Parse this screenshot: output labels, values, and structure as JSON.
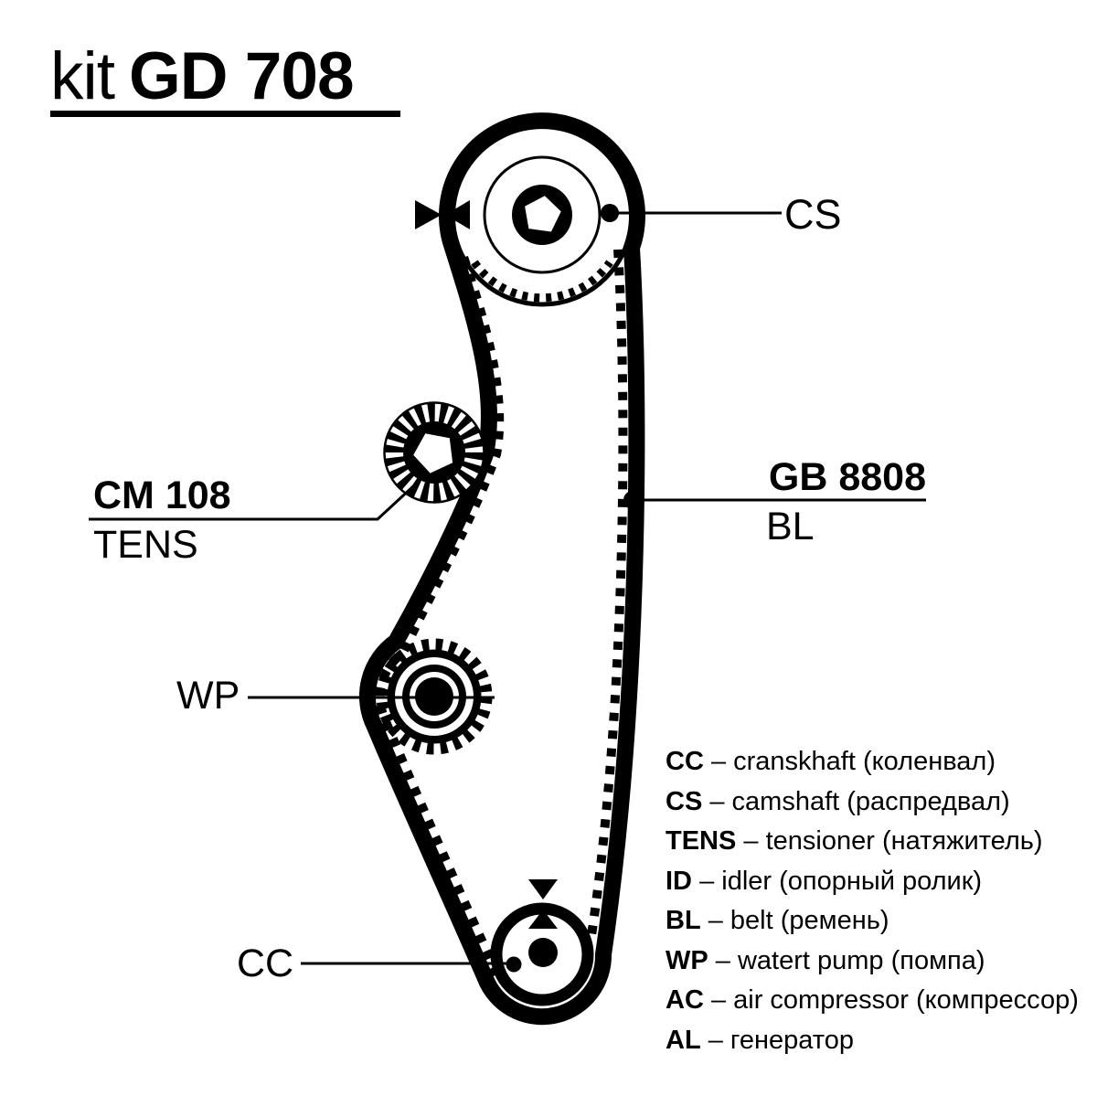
{
  "title": {
    "prefix": "kit",
    "code": "GD 708"
  },
  "callouts": {
    "camshaft": "CS",
    "crankshaft": "CC",
    "water_pump": "WP",
    "tensioner_code": "CM 108",
    "tensioner_abbr": "TENS",
    "belt_code": "GB 8808",
    "belt_abbr": "BL"
  },
  "legend": {
    "items": [
      {
        "key": "CC",
        "text": "– cranskhaft (коленвал)"
      },
      {
        "key": "CS",
        "text": "– camshaft (распредвал)"
      },
      {
        "key": "TENS",
        "text": "– tensioner (натяжитель)"
      },
      {
        "key": "ID",
        "text": "– idler (опорный ролик)"
      },
      {
        "key": "BL",
        "text": "– belt (ремень)"
      },
      {
        "key": "WP",
        "text": "– watert pump (помпа)"
      },
      {
        "key": "AC",
        "text": "– air compressor (компрессор)"
      },
      {
        "key": "AL",
        "text": "– генератор"
      }
    ]
  },
  "colors": {
    "ink": "#000000",
    "background": "#ffffff"
  }
}
